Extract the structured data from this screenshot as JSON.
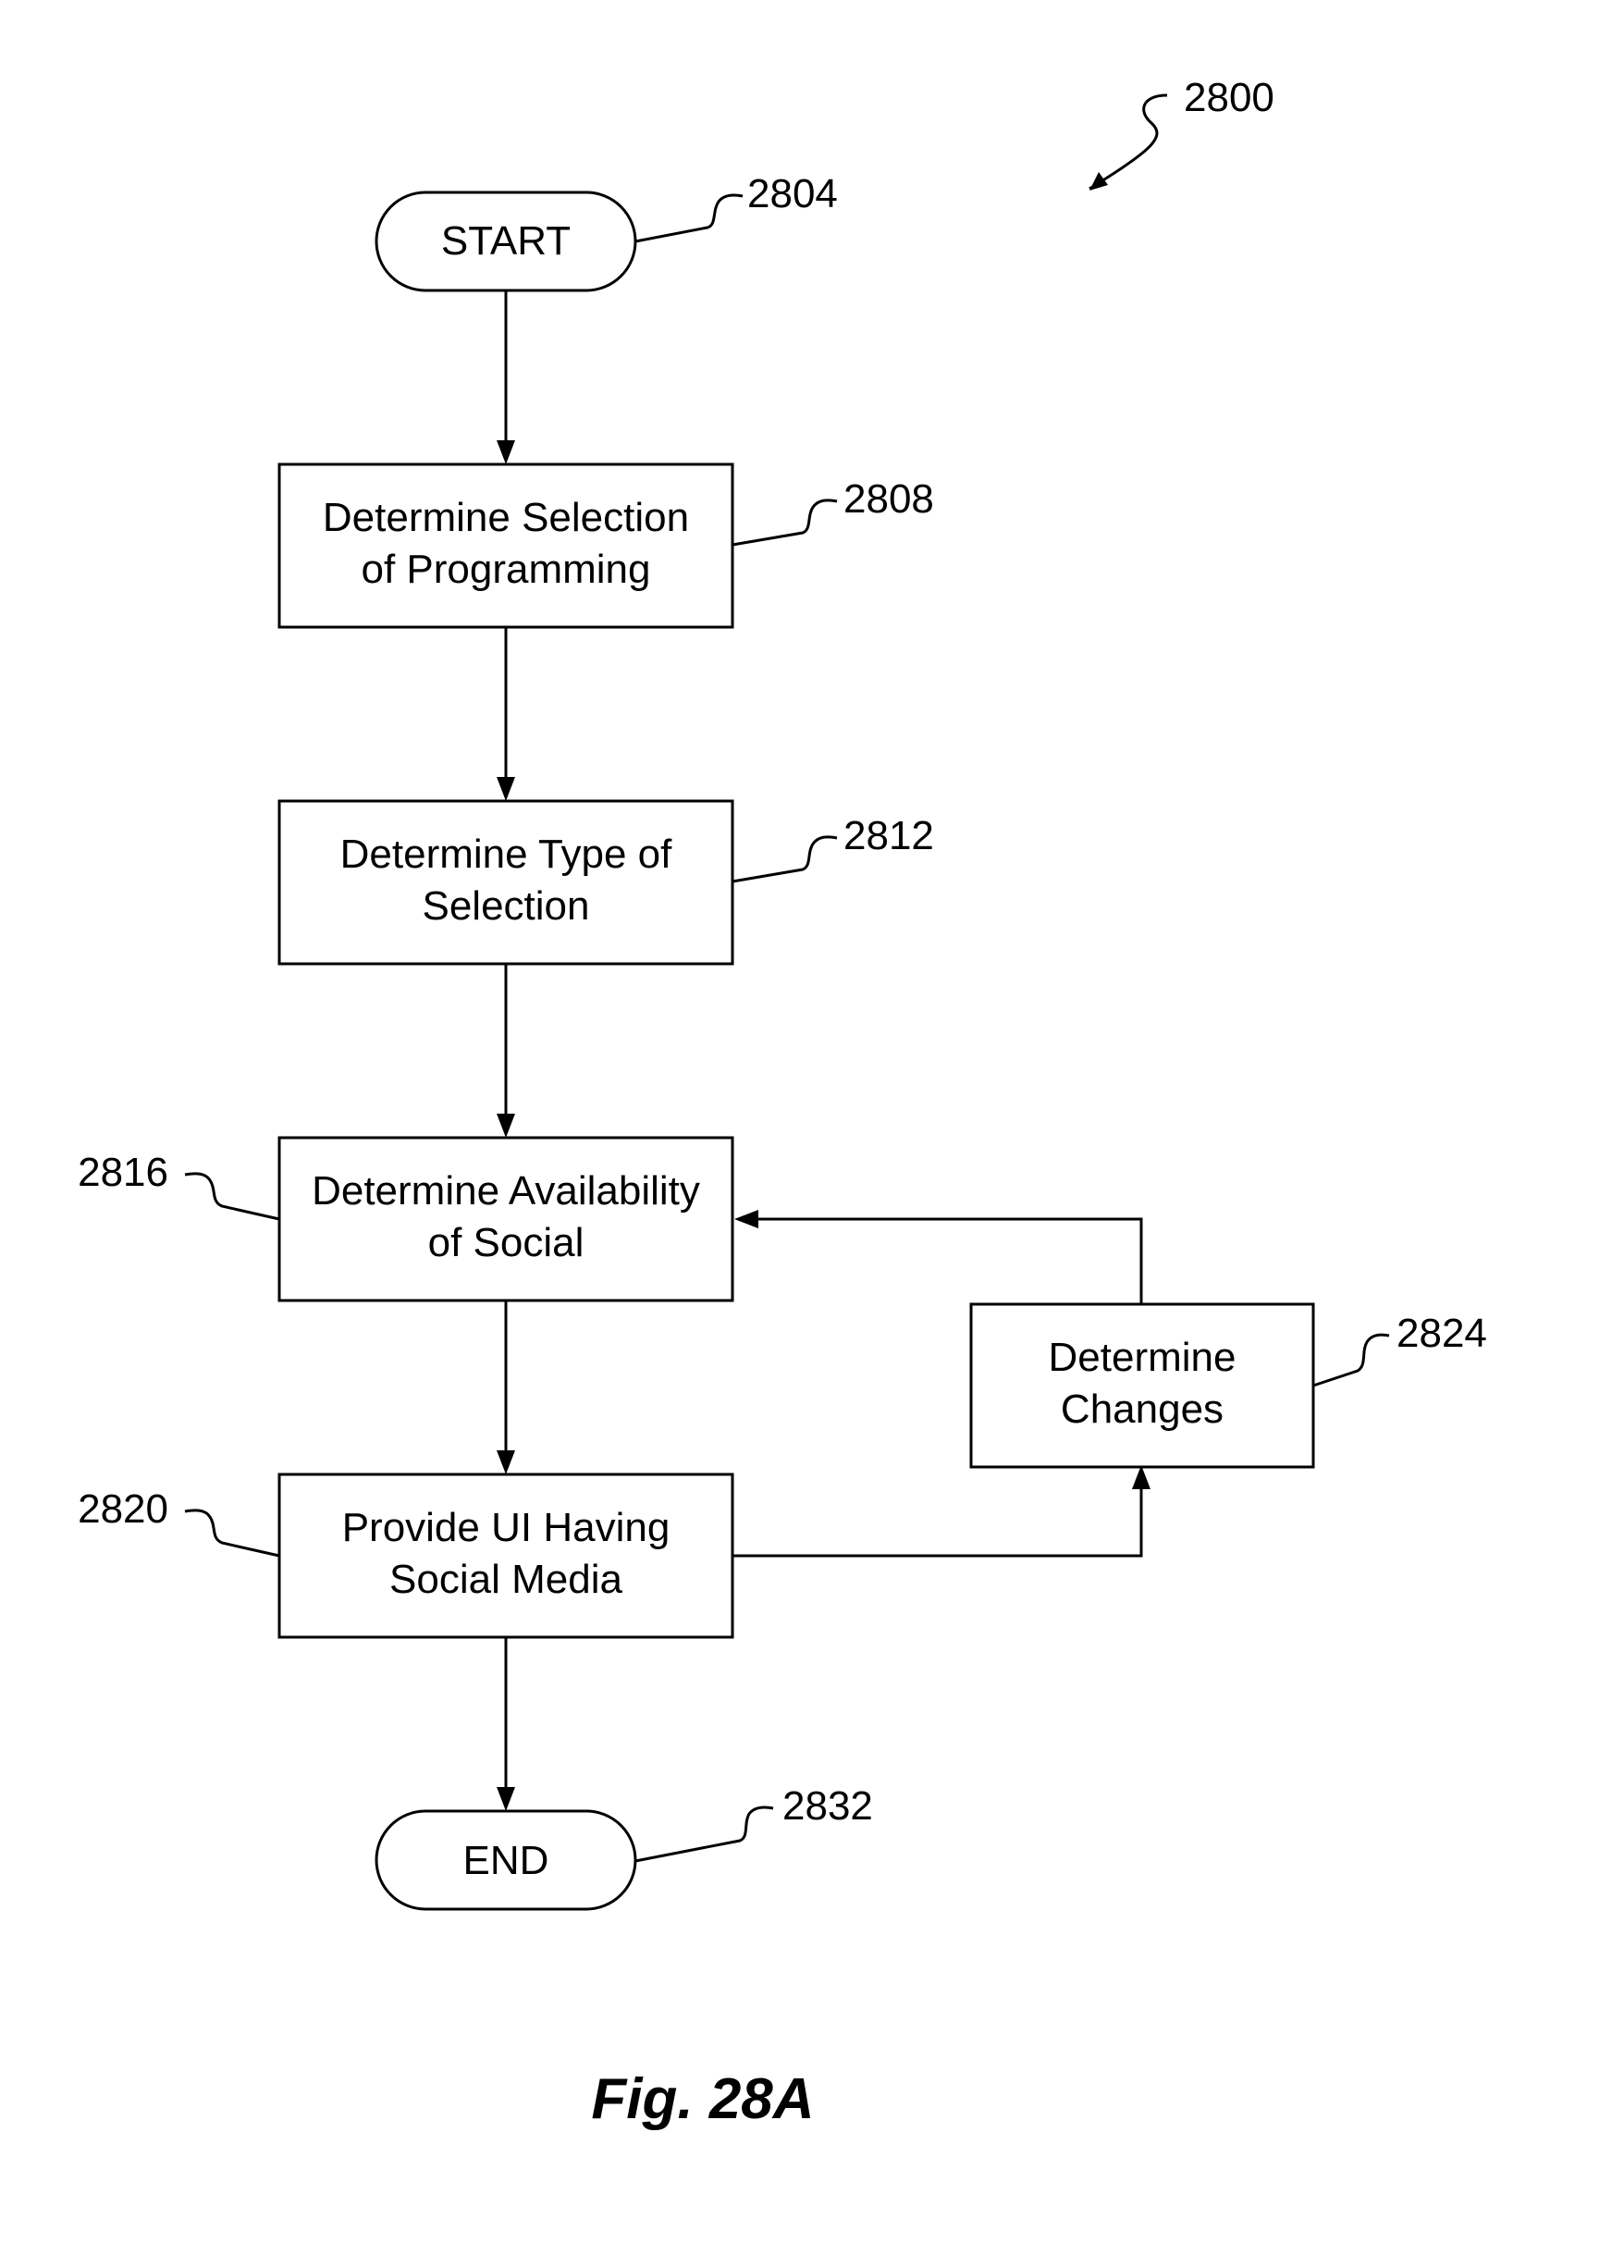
{
  "figure": {
    "ref": "2800",
    "caption": "Fig. 28A"
  },
  "nodes": {
    "start": {
      "ref": "2804",
      "lines": [
        "START"
      ]
    },
    "select_programming": {
      "ref": "2808",
      "lines": [
        "Determine Selection",
        "of Programming"
      ]
    },
    "type_of_selection": {
      "ref": "2812",
      "lines": [
        "Determine Type of",
        "Selection"
      ]
    },
    "availability": {
      "ref": "2816",
      "lines": [
        "Determine Availability",
        "of Social"
      ]
    },
    "provide_ui": {
      "ref": "2820",
      "lines": [
        "Provide UI Having",
        "Social Media"
      ]
    },
    "changes": {
      "ref": "2824",
      "lines": [
        "Determine",
        "Changes"
      ]
    },
    "end": {
      "ref": "2832",
      "lines": [
        "END"
      ]
    }
  }
}
